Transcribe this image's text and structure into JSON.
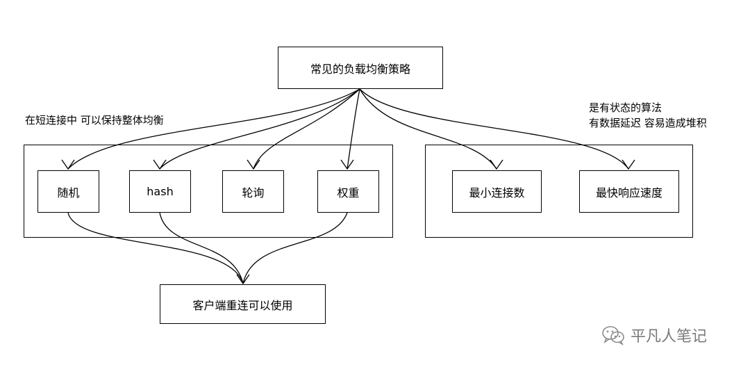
{
  "nodes": {
    "root": "常见的负载均衡策略",
    "random": "随机",
    "hash": "hash",
    "round_robin": "轮询",
    "weighted": "权重",
    "least_conn": "最小连接数",
    "fastest_response": "最快响应速度",
    "client_reconnect": "客户端重连可以使用"
  },
  "notes": {
    "left": "在短连接中 可以保持整体均衡",
    "right_line1": "是有状态的算法",
    "right_line2": "有数据延迟 容易造成堆积"
  },
  "watermark": {
    "text": "平凡人笔记",
    "icon": "wechat-icon"
  }
}
